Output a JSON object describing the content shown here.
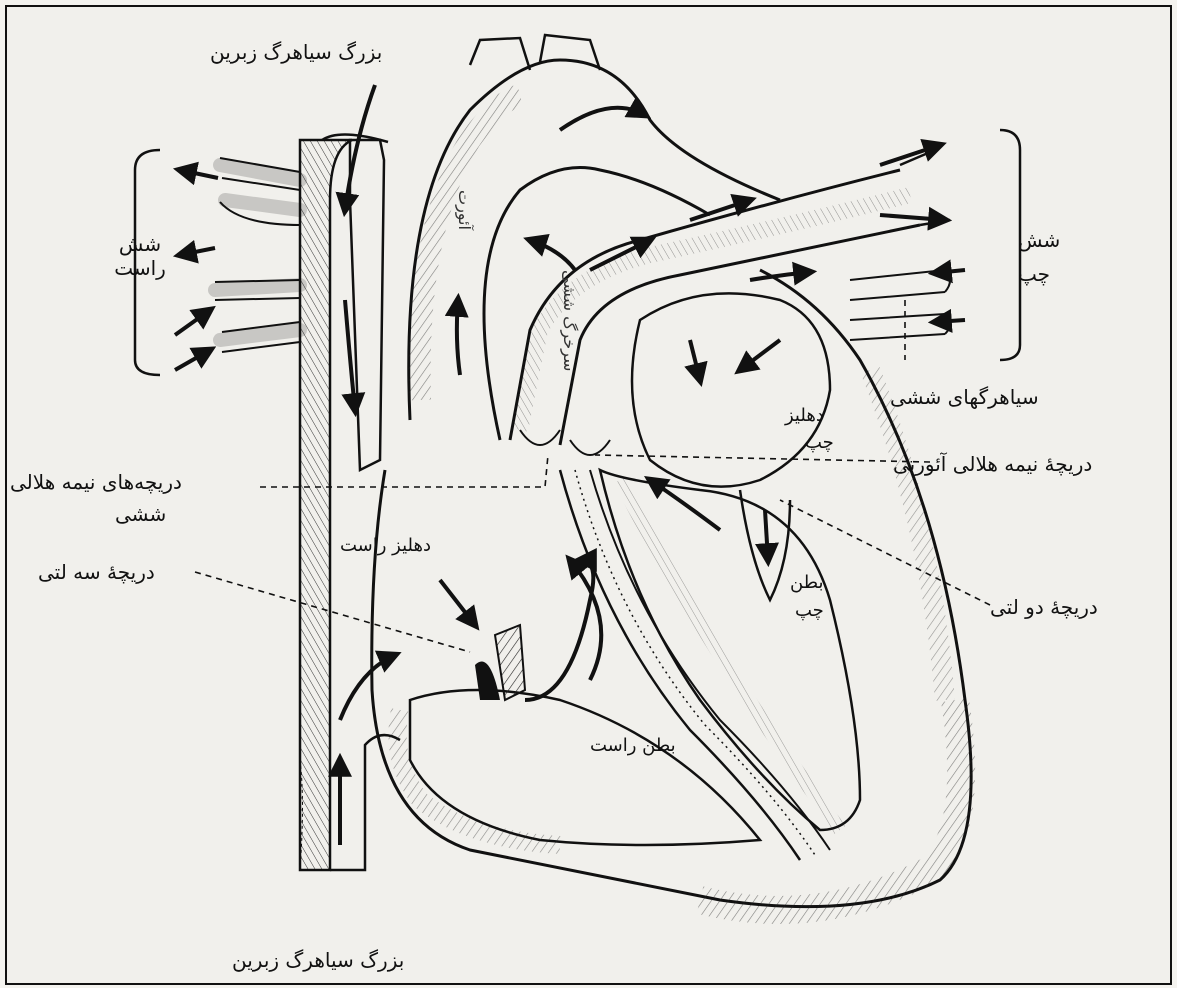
{
  "labels": {
    "superior_vena_cava": "بزرگ سیاهرگ زبرین",
    "inferior_vena_cava": "بزرگ سیاهرگ زبرین",
    "aorta": "آئورت",
    "pulmonary_artery": "سرخرگ ششی",
    "right_lung": "شش راست",
    "left_lung_line1": "شش",
    "left_lung_line2": "چپ",
    "pulmonary_veins": "سیاهرگهای ششی",
    "left_atrium_line1": "دهلیز",
    "left_atrium_line2": "چپ",
    "aortic_semilunar_valve": "دریچهٔ نیمه هلالی آئورتی",
    "pulmonary_semilunar_valves_line1": "دریچه‌های نیمه هلالی",
    "pulmonary_semilunar_valves_line2": "ششی",
    "right_atrium": "دهلیز راست",
    "tricuspid_valve": "دریچهٔ سه لتی",
    "bicuspid_valve": "دریچهٔ دو لتی",
    "left_ventricle_line1": "بطن",
    "left_ventricle_line2": "چپ",
    "right_ventricle": "بطن راست"
  }
}
